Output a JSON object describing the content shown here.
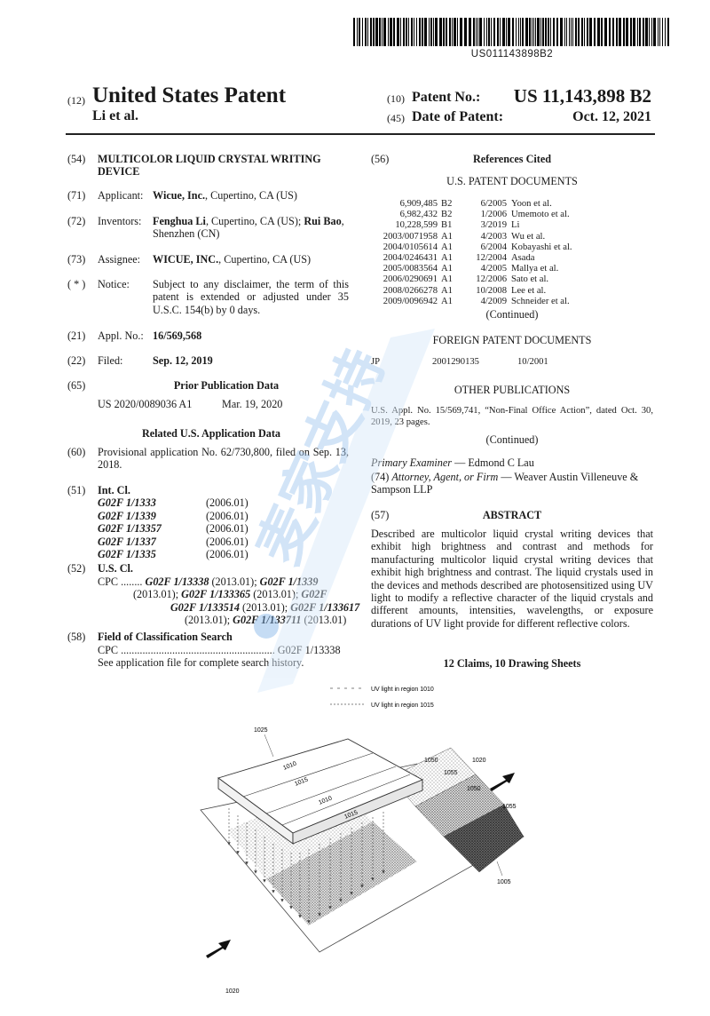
{
  "barcode_number": "US011143898B2",
  "header": {
    "label_12": "(12)",
    "kind": "United States Patent",
    "authors": "Li et al.",
    "label_10": "(10)",
    "patent_no_label": "Patent No.:",
    "patent_no": "US 11,143,898 B2",
    "label_45": "(45)",
    "date_label": "Date of Patent:",
    "date": "Oct. 12, 2021"
  },
  "left": {
    "title_num": "(54)",
    "title": "MULTICOLOR LIQUID CRYSTAL WRITING DEVICE",
    "applicant_num": "(71)",
    "applicant_label": "Applicant:",
    "applicant_name": "Wicue, Inc.",
    "applicant_loc": ", Cupertino, CA (US)",
    "inventors_num": "(72)",
    "inventors_label": "Inventors:",
    "inventor1_name": "Fenghua Li",
    "inventor1_loc": ", Cupertino, CA (US); ",
    "inventor2_name": "Rui Bao",
    "inventor2_loc": ", Shenzhen (CN)",
    "assignee_num": "(73)",
    "assignee_label": "Assignee:",
    "assignee_name": "WICUE, INC.",
    "assignee_loc": ", Cupertino, CA (US)",
    "notice_num": "( * )",
    "notice_label": "Notice:",
    "notice_text": "Subject to any disclaimer, the term of this patent is extended or adjusted under 35 U.S.C. 154(b) by 0 days.",
    "appl_num": "(21)",
    "appl_label": "Appl. No.:",
    "appl_no": "16/569,568",
    "filed_num": "(22)",
    "filed_label": "Filed:",
    "filed_date": "Sep. 12, 2019",
    "prior_num": "(65)",
    "prior_heading": "Prior Publication Data",
    "prior_pub": "US 2020/0089036 A1",
    "prior_date": "Mar. 19, 2020",
    "related_heading": "Related U.S. Application Data",
    "prov_num": "(60)",
    "prov_text": "Provisional application No. 62/730,800, filed on Sep. 13, 2018.",
    "intcl_num": "(51)",
    "intcl_label": "Int. Cl.",
    "intcl": [
      {
        "code": "G02F 1/1333",
        "year": "(2006.01)"
      },
      {
        "code": "G02F 1/1339",
        "year": "(2006.01)"
      },
      {
        "code": "G02F 1/13357",
        "year": "(2006.01)"
      },
      {
        "code": "G02F 1/1337",
        "year": "(2006.01)"
      },
      {
        "code": "G02F 1/1335",
        "year": "(2006.01)"
      }
    ],
    "uscl_num": "(52)",
    "uscl_label": "U.S. Cl.",
    "cpc_label": "CPC ........",
    "cpc": [
      {
        "code": "G02F 1/13338",
        "year": "(2013.01);"
      },
      {
        "code": "G02F 1/1339",
        "year": "(2013.01);"
      },
      {
        "code": "G02F 1/133365",
        "year": "(2013.01);"
      },
      {
        "code": "G02F 1/133514",
        "year": "(2013.01);"
      },
      {
        "code": "G02F 1/133617",
        "year": "(2013.01);"
      },
      {
        "code": "G02F 1/133711",
        "year": "(2013.01)"
      }
    ],
    "field_num": "(58)",
    "field_label": "Field of Classification Search",
    "field_cpc": "CPC ......................................................... G02F 1/13338",
    "field_note": "See application file for complete search history."
  },
  "right": {
    "refs_num": "(56)",
    "refs_heading": "References Cited",
    "us_docs_heading": "U.S. PATENT DOCUMENTS",
    "us_docs": [
      {
        "no": "6,909,485",
        "kind": "B2",
        "date": "6/2005",
        "name": "Yoon et al."
      },
      {
        "no": "6,982,432",
        "kind": "B2",
        "date": "1/2006",
        "name": "Umemoto et al."
      },
      {
        "no": "10,228,599",
        "kind": "B1",
        "date": "3/2019",
        "name": "Li"
      },
      {
        "no": "2003/0071958",
        "kind": "A1",
        "date": "4/2003",
        "name": "Wu et al."
      },
      {
        "no": "2004/0105614",
        "kind": "A1",
        "date": "6/2004",
        "name": "Kobayashi et al."
      },
      {
        "no": "2004/0246431",
        "kind": "A1",
        "date": "12/2004",
        "name": "Asada"
      },
      {
        "no": "2005/0083564",
        "kind": "A1",
        "date": "4/2005",
        "name": "Mallya et al."
      },
      {
        "no": "2006/0290691",
        "kind": "A1",
        "date": "12/2006",
        "name": "Sato et al."
      },
      {
        "no": "2008/0266278",
        "kind": "A1",
        "date": "10/2008",
        "name": "Lee et al."
      },
      {
        "no": "2009/0096942",
        "kind": "A1",
        "date": "4/2009",
        "name": "Schneider et al."
      }
    ],
    "continued1": "(Continued)",
    "foreign_heading": "FOREIGN PATENT DOCUMENTS",
    "foreign_country": "JP",
    "foreign_no": "2001290135",
    "foreign_date": "10/2001",
    "other_heading": "OTHER PUBLICATIONS",
    "other_text": "U.S. Appl. No. 15/569,741, “Non-Final Office Action”, dated Oct. 30, 2019, 23 pages.",
    "continued2": "(Continued)",
    "examiner_label": "Primary Examiner",
    "examiner_name": " — Edmond C Lau",
    "attorney_num": "(74)",
    "attorney_label": "Attorney, Agent, or Firm",
    "attorney_name": " — Weaver Austin Villeneuve & Sampson LLP",
    "abstract_num": "(57)",
    "abstract_heading": "ABSTRACT",
    "abstract_text": "Described are multicolor liquid crystal writing devices that exhibit high brightness and contrast and methods for manufacturing multicolor liquid crystal writing devices that exhibit high brightness and contrast. The liquid crystals used in the devices and methods described are photosensitized using UV light to modify a reflective character of the liquid crystals and different amounts, intensities, wavelengths, or exposure durations of UV light provide for different reflective colors.",
    "claims_line": "12 Claims, 10 Drawing Sheets"
  },
  "figure": {
    "legend1": "UV light in region 1010",
    "legend2": "UV light in region 1015",
    "label_1025": "1025",
    "label_1010a": "1010",
    "label_1015a": "1015",
    "label_1010b": "1010",
    "label_1015b": "1015",
    "label_1050a": "1050",
    "label_1055a": "1055",
    "label_1020a": "1020",
    "label_1050b": "1050",
    "label_1055b": "1055",
    "label_1005": "1005",
    "label_1020b": "1020"
  },
  "watermark": {
    "text": "麦家支持",
    "color": "#9cc4ef"
  }
}
